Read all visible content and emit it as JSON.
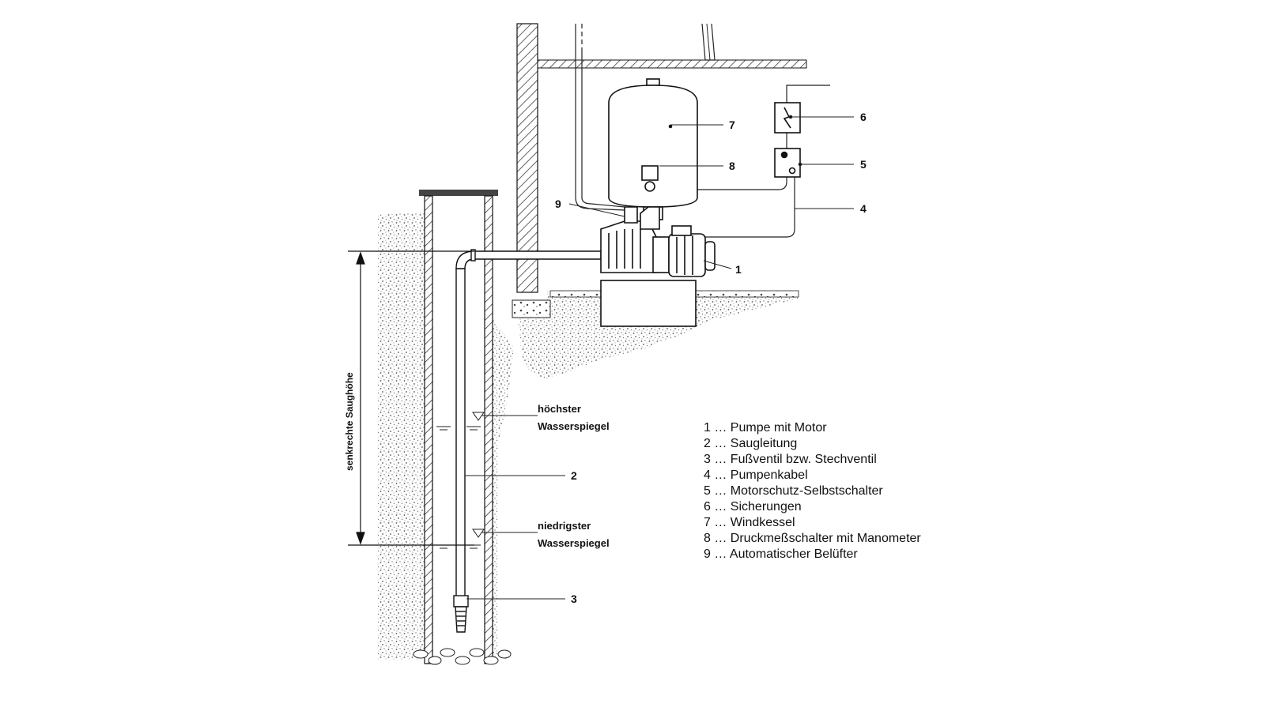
{
  "callouts": {
    "n1": "1",
    "n2": "2",
    "n3": "3",
    "n4": "4",
    "n5": "5",
    "n6": "6",
    "n7": "7",
    "n8": "8",
    "n9": "9"
  },
  "annotations": {
    "highest_a": "höchster",
    "highest_b": "Wasserspiegel",
    "lowest_a": "niedrigster",
    "lowest_b": "Wasserspiegel",
    "suction_height": "senkrechte Saughöhe"
  },
  "legend": [
    "1 … Pumpe mit Motor",
    "2 … Saugleitung",
    "3 … Fußventil bzw. Stechventil",
    "4 … Pumpenkabel",
    "5 … Motorschutz-Selbstschalter",
    "6 … Sicherungen",
    "7 … Windkessel",
    "8 … Druckmeßschalter mit Manometer",
    "9 … Automatischer Belüfter"
  ]
}
